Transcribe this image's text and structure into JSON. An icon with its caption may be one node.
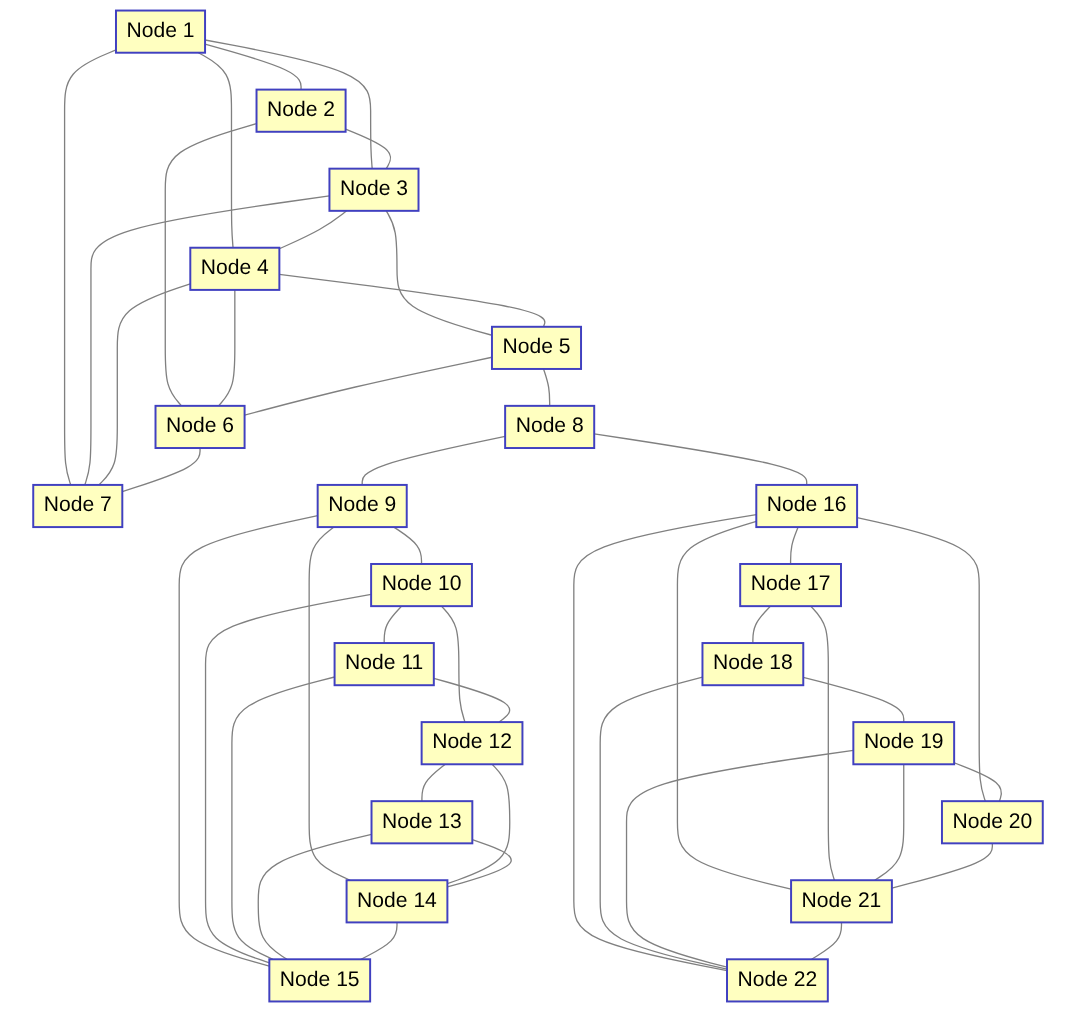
{
  "diagram": {
    "nodes": [
      {
        "text": [
          "Node 1"
        ]
      },
      {
        "text": [
          "Node 2"
        ]
      },
      {
        "text": [
          "Node 3"
        ]
      },
      {
        "text": [
          "Node 4"
        ]
      },
      {
        "text": [
          "Node 5"
        ]
      },
      {
        "text": [
          "Node 6"
        ]
      },
      {
        "text": [
          "Node 7"
        ]
      },
      {
        "text": [
          "Node 8"
        ]
      },
      {
        "text": [
          "Node 9"
        ]
      },
      {
        "text": [
          "Node 10"
        ]
      },
      {
        "text": [
          "Node 11"
        ]
      },
      {
        "text": [
          "Node 12"
        ]
      },
      {
        "text": [
          "Node 13"
        ]
      },
      {
        "text": [
          "Node 14"
        ]
      },
      {
        "text": [
          "Node 15"
        ]
      },
      {
        "text": [
          "Node 16"
        ]
      },
      {
        "text": [
          "Node 17"
        ]
      },
      {
        "text": [
          "Node 18"
        ]
      },
      {
        "text": [
          "Node 19"
        ]
      },
      {
        "text": [
          "Node 20"
        ]
      },
      {
        "text": [
          "Node 21"
        ]
      },
      {
        "text": [
          "Node 22"
        ]
      }
    ],
    "edges": [
      {
        "from": 0,
        "to": 1,
        "arrow": "none"
      },
      {
        "from": 0,
        "to": 2,
        "arrow": "none"
      },
      {
        "from": 0,
        "to": 3,
        "arrow": "none"
      },
      {
        "from": 0,
        "to": 6,
        "arrow": "none"
      },
      {
        "from": 1,
        "to": 2,
        "arrow": "none"
      },
      {
        "from": 1,
        "to": 5,
        "arrow": "none"
      },
      {
        "from": 2,
        "to": 3,
        "arrow": "none"
      },
      {
        "from": 2,
        "to": 4,
        "arrow": "none"
      },
      {
        "from": 2,
        "to": 6,
        "arrow": "none"
      },
      {
        "from": 3,
        "to": 4,
        "arrow": "none"
      },
      {
        "from": 3,
        "to": 5,
        "arrow": "none"
      },
      {
        "from": 3,
        "to": 6,
        "arrow": "none"
      },
      {
        "from": 4,
        "to": 5,
        "arrow": "none"
      },
      {
        "from": 4,
        "to": 7,
        "arrow": "none"
      },
      {
        "from": 5,
        "to": 6,
        "arrow": "none"
      },
      {
        "from": 7,
        "to": 8,
        "arrow": "none"
      },
      {
        "from": 7,
        "to": 15,
        "arrow": "none"
      },
      {
        "from": 8,
        "to": 9,
        "arrow": "none"
      },
      {
        "from": 8,
        "to": 13,
        "arrow": "none"
      },
      {
        "from": 8,
        "to": 14,
        "arrow": "none"
      },
      {
        "from": 9,
        "to": 10,
        "arrow": "none"
      },
      {
        "from": 9,
        "to": 11,
        "arrow": "none"
      },
      {
        "from": 9,
        "to": 14,
        "arrow": "none"
      },
      {
        "from": 10,
        "to": 11,
        "arrow": "none"
      },
      {
        "from": 10,
        "to": 14,
        "arrow": "none"
      },
      {
        "from": 11,
        "to": 12,
        "arrow": "none"
      },
      {
        "from": 11,
        "to": 13,
        "arrow": "none"
      },
      {
        "from": 12,
        "to": 13,
        "arrow": "none"
      },
      {
        "from": 12,
        "to": 14,
        "arrow": "none"
      },
      {
        "from": 13,
        "to": 14,
        "arrow": "none"
      },
      {
        "from": 15,
        "to": 16,
        "arrow": "none"
      },
      {
        "from": 15,
        "to": 19,
        "arrow": "none"
      },
      {
        "from": 15,
        "to": 20,
        "arrow": "none"
      },
      {
        "from": 15,
        "to": 21,
        "arrow": "none"
      },
      {
        "from": 16,
        "to": 17,
        "arrow": "none"
      },
      {
        "from": 16,
        "to": 20,
        "arrow": "none"
      },
      {
        "from": 17,
        "to": 18,
        "arrow": "none"
      },
      {
        "from": 17,
        "to": 21,
        "arrow": "none"
      },
      {
        "from": 18,
        "to": 19,
        "arrow": "none"
      },
      {
        "from": 18,
        "to": 20,
        "arrow": "none"
      },
      {
        "from": 18,
        "to": 21,
        "arrow": "none"
      },
      {
        "from": 19,
        "to": 20,
        "arrow": "none"
      },
      {
        "from": 20,
        "to": 21,
        "arrow": "none"
      }
    ]
  }
}
